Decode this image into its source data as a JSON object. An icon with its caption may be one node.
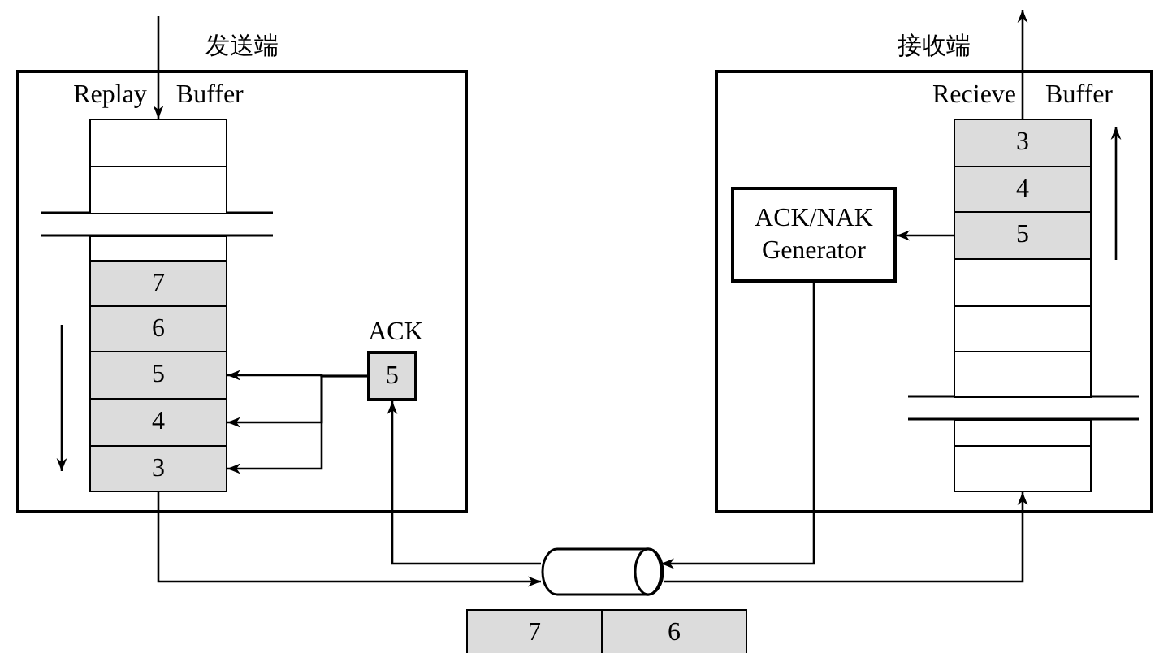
{
  "diagram": {
    "nodes": [
      {
        "text": [
          "发送端"
        ]
      },
      {
        "text": [
          "Replay Buffer"
        ],
        "in": 0
      },
      {
        "text": [],
        "shape": "box",
        "in": 1
      },
      {
        "text": [],
        "shape": "box",
        "in": 1
      },
      {
        "text": [],
        "shape": "box",
        "in": 1
      },
      {
        "text": [
          "7"
        ],
        "in": 1
      },
      {
        "text": [
          "6"
        ],
        "in": 1
      },
      {
        "text": [
          "5"
        ],
        "in": 1
      },
      {
        "text": [
          "4"
        ],
        "in": 1
      },
      {
        "text": [
          "3"
        ],
        "in": 1
      },
      {
        "text": [
          "ACK",
          "5"
        ],
        "in": 0
      },
      {
        "text": [
          "接收端"
        ]
      },
      {
        "text": [
          "Recieve Buffer"
        ],
        "in": 11
      },
      {
        "text": [
          "3"
        ],
        "in": 12
      },
      {
        "text": [
          "4"
        ],
        "in": 12
      },
      {
        "text": [
          "5"
        ],
        "in": 12
      },
      {
        "text": [],
        "shape": "box",
        "in": 12
      },
      {
        "text": [],
        "shape": "box",
        "in": 12
      },
      {
        "text": [],
        "shape": "box",
        "in": 12
      },
      {
        "text": [],
        "shape": "box",
        "in": 12
      },
      {
        "text": [],
        "shape": "box",
        "in": 12
      },
      {
        "text": [
          "ACK/NAK Generator"
        ],
        "in": 11
      },
      {
        "text": [],
        "shape": "cylinder"
      },
      {
        "text": [
          "7"
        ]
      },
      {
        "text": [
          "6"
        ]
      }
    ],
    "edges": [
      {
        "from": null,
        "to": 1,
        "arrow": "to"
      },
      {
        "from": 10,
        "to": 7,
        "arrow": "to"
      },
      {
        "from": 10,
        "to": 8,
        "arrow": "to"
      },
      {
        "from": 10,
        "to": 9,
        "arrow": "to"
      },
      {
        "from": 9,
        "to": 22,
        "arrow": "to"
      },
      {
        "from": 21,
        "to": 22,
        "arrow": "to"
      },
      {
        "from": 22,
        "to": 10,
        "arrow": "to"
      },
      {
        "from": 22,
        "to": 20,
        "arrow": "to"
      },
      {
        "from": 13,
        "to": null,
        "arrow": "to"
      },
      {
        "from": 15,
        "to": 21,
        "arrow": "to"
      }
    ]
  }
}
